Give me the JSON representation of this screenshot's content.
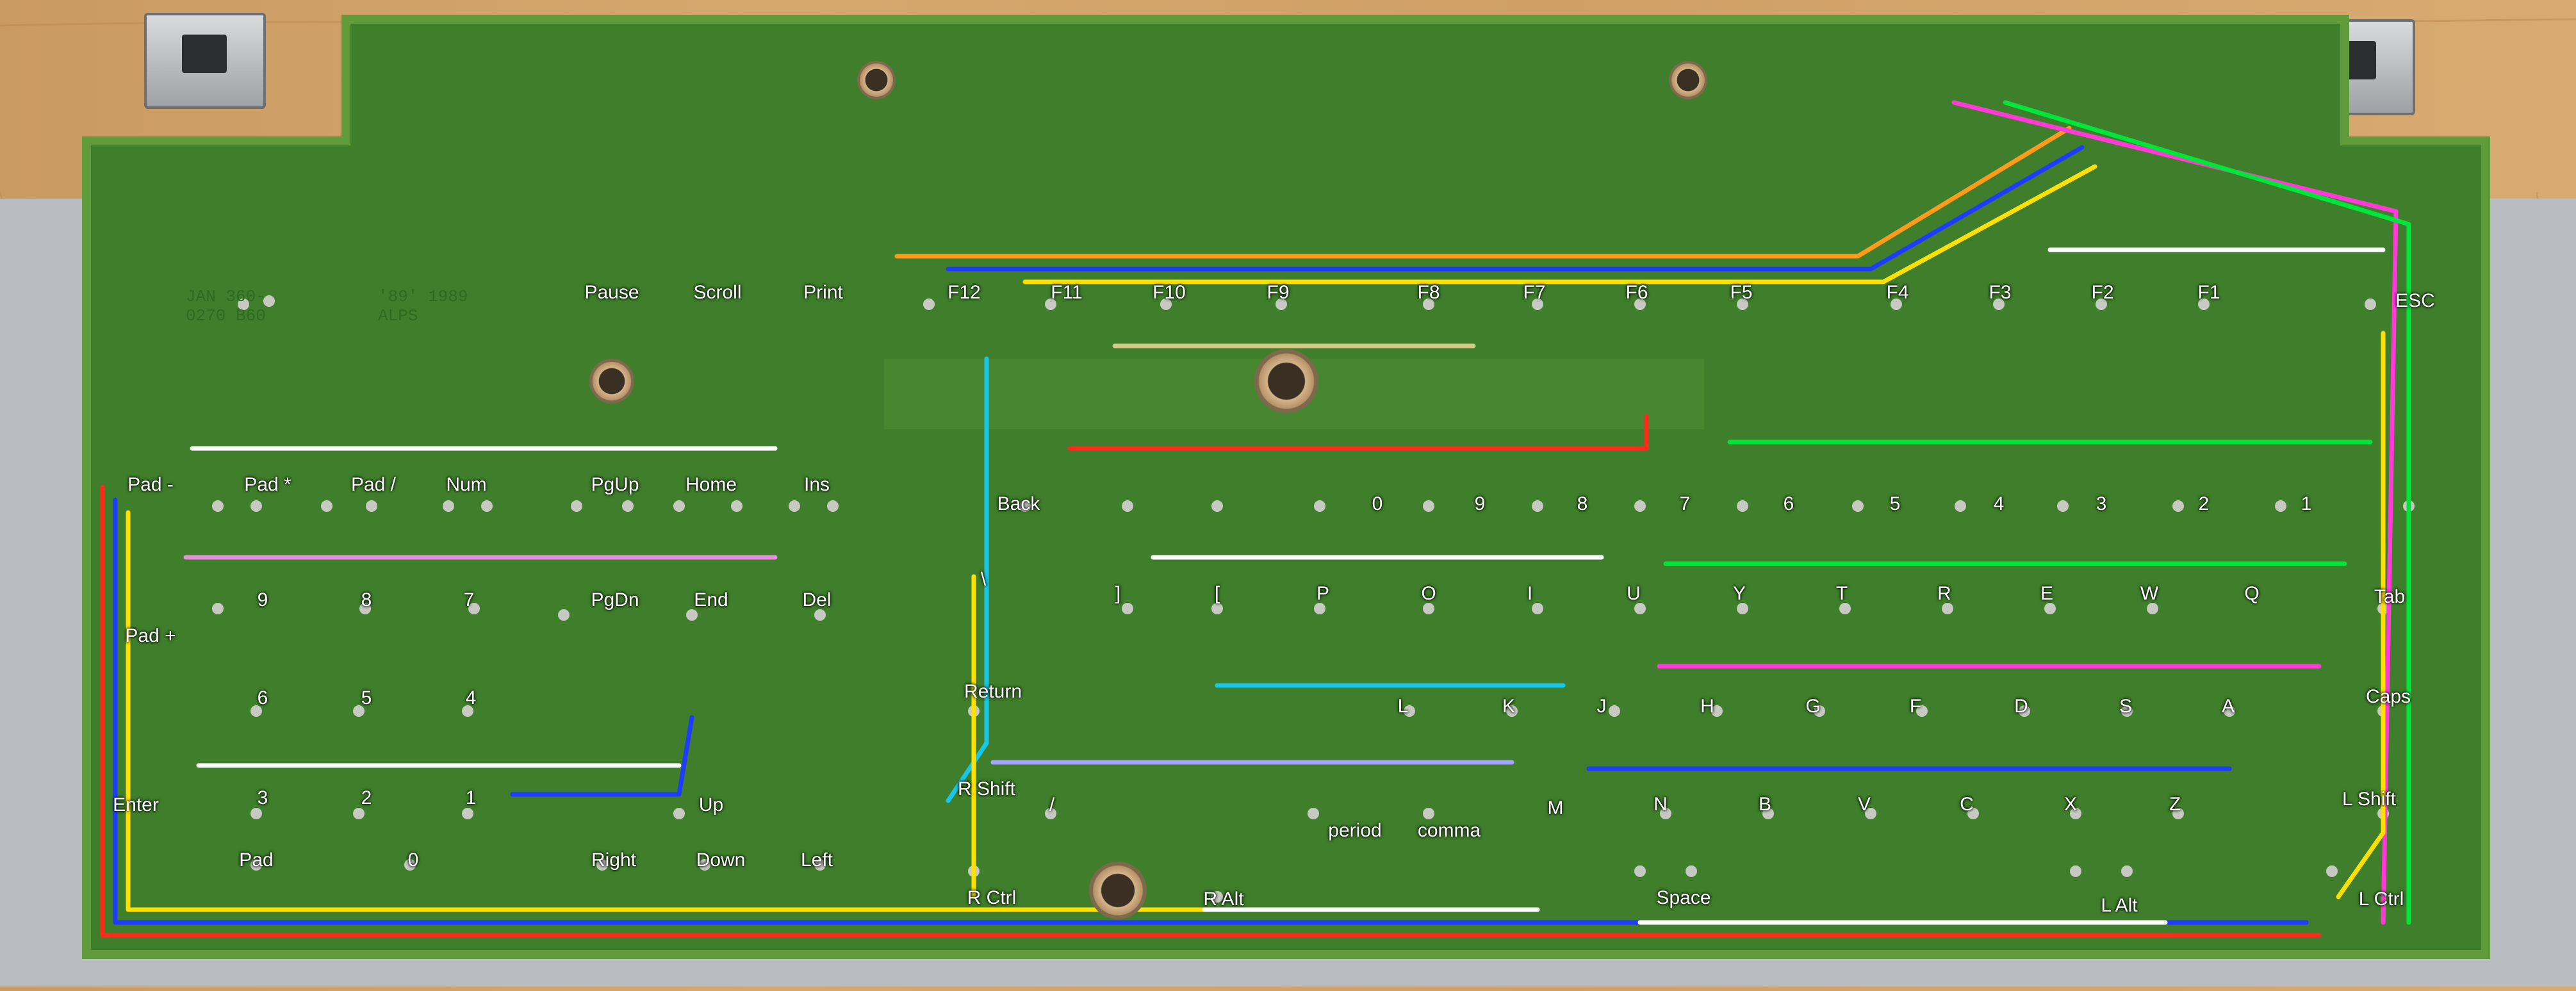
{
  "photo": {
    "subject": "keyboard-circuit-board-underside",
    "colors": {
      "board": "#3f7f2b",
      "board_edge": "#5f9b3a",
      "pad": "#c9c9c4",
      "wood": "#cf9f66",
      "chassis": "#b9bcc0"
    },
    "trace_colors": [
      "#ff2a1a",
      "#1e3cff",
      "#ffe000",
      "#ff3ad6",
      "#00e53a",
      "#ffffff",
      "#18c6e8",
      "#ff9a1a",
      "#e58fd8",
      "#a3a3ff",
      "#d4c98a"
    ]
  },
  "silkscreen": [
    "JAN 360-",
    "0270 B60",
    "'89' 1989",
    "ALPS"
  ],
  "keys": {
    "pause": "Pause",
    "scroll": "Scroll",
    "print": "Print",
    "f12": "F12",
    "f11": "F11",
    "f10": "F10",
    "f9": "F9",
    "f8": "F8",
    "f7": "F7",
    "f6": "F6",
    "f5": "F5",
    "f4": "F4",
    "f3": "F3",
    "f2": "F2",
    "f1": "F1",
    "esc": "ESC",
    "pad_minus": "Pad -",
    "pad_star": "Pad *",
    "pad_slash": "Pad /",
    "num": "Num",
    "pgup": "PgUp",
    "home": "Home",
    "ins": "Ins",
    "back": "Back",
    "n0": "0",
    "n9": "9",
    "n8": "8",
    "n7": "7",
    "n6": "6",
    "n5": "5",
    "n4": "4",
    "n3": "3",
    "n2": "2",
    "n1": "1",
    "kp9": "9",
    "kp8": "8",
    "kp7": "7",
    "pgdn": "PgDn",
    "end": "End",
    "del": "Del",
    "pad_plus": "Pad +",
    "bracket_r": "]",
    "bracket_l": "[",
    "p": "P",
    "o": "O",
    "i": "I",
    "u": "U",
    "y": "Y",
    "t": "T",
    "r": "R",
    "e": "E",
    "w": "W",
    "q": "Q",
    "tab": "Tab",
    "backslash": "\\",
    "kp6": "6",
    "kp5": "5",
    "kp4": "4",
    "return": "Return",
    "l": "L",
    "k": "K",
    "j": "J",
    "h": "H",
    "g": "G",
    "f": "F",
    "d": "D",
    "s": "S",
    "a": "A",
    "caps": "Caps",
    "enter": "Enter",
    "kp3": "3",
    "kp2": "2",
    "kp1": "1",
    "up": "Up",
    "rshift": "R Shift",
    "slash": "/",
    "period": "period",
    "comma": "comma",
    "m": "M",
    "n": "N",
    "b": "B",
    "v": "V",
    "c": "C",
    "x": "X",
    "z": "Z",
    "lshift": "L Shift",
    "pad": "Pad",
    "kp0": "0",
    "right": "Right",
    "down": "Down",
    "left": "Left",
    "rctrl": "R Ctrl",
    "ralt": "R Alt",
    "space": "Space",
    "lalt": "L Alt",
    "lctrl": "L Ctrl"
  }
}
